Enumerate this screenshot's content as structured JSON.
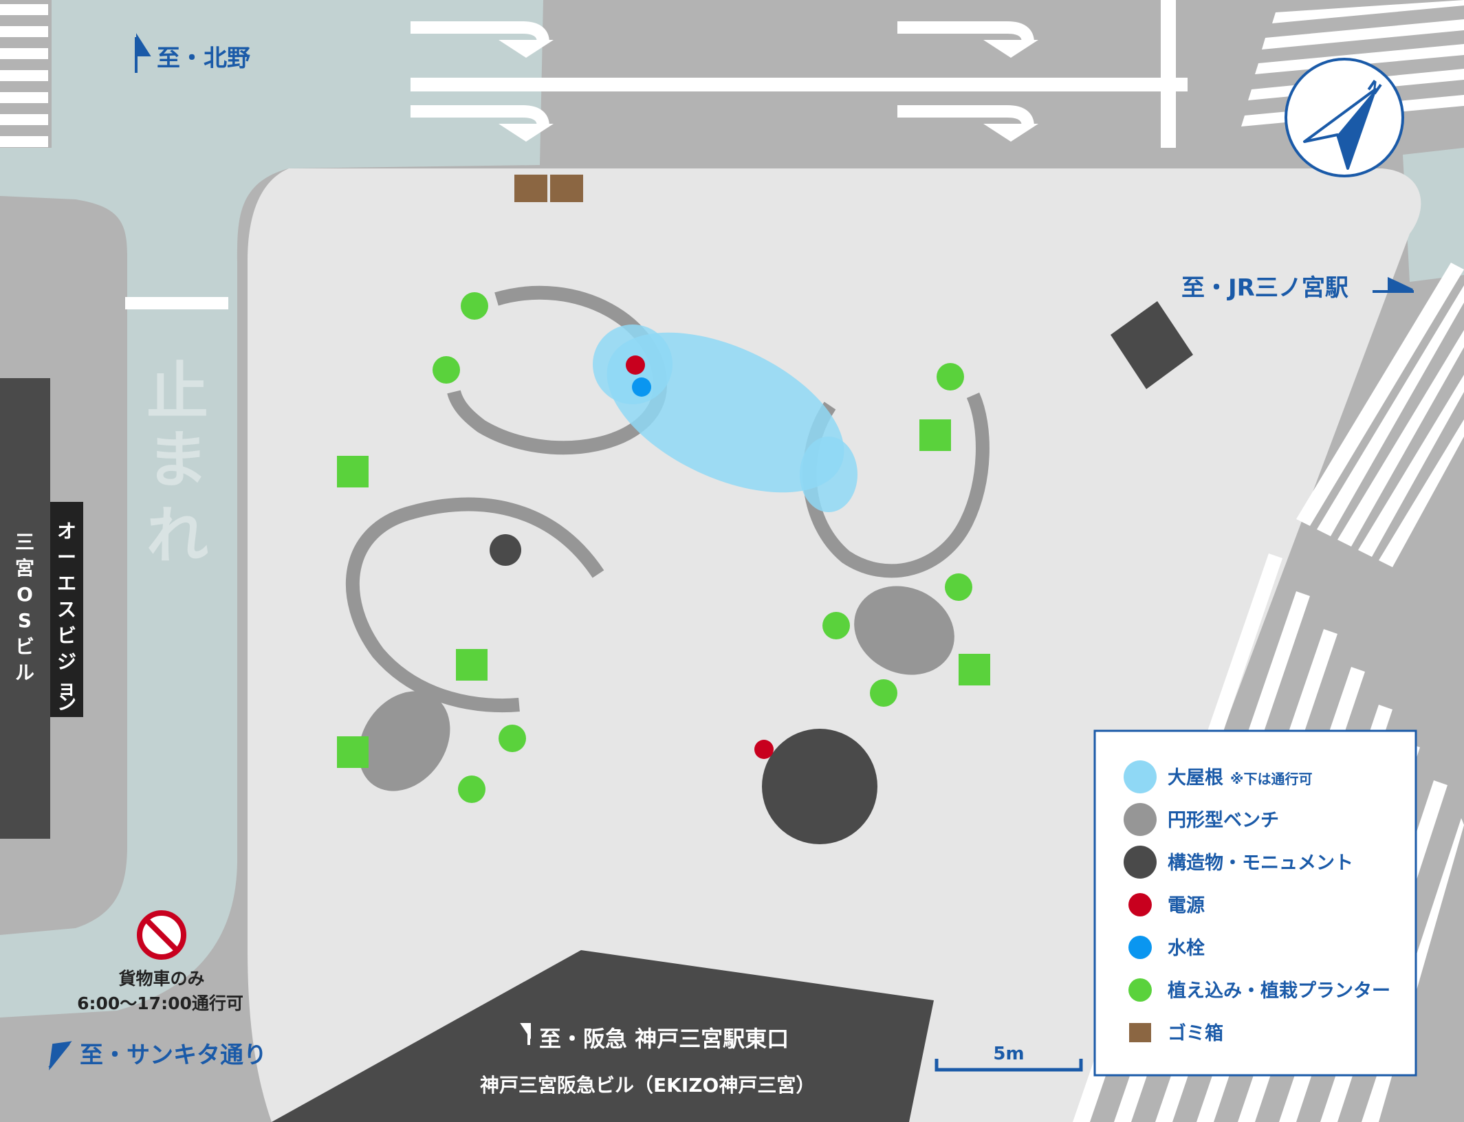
{
  "colors": {
    "road": "#b3b3b3",
    "plaza": "#e6e6e6",
    "sidewalk": "#c2d2d2",
    "building": "#4a4a4a",
    "bench": "#969696",
    "roof": "#8fd8f5",
    "power": "#c8001e",
    "hydrant": "#0a96f0",
    "planter": "#5ad23c",
    "trash": "#8b6642",
    "label_blue": "#1a5aa8"
  },
  "labels": {
    "to_kitano": "至・北野",
    "to_jr": "至・JR三ノ宮駅",
    "to_sankita": "至・サンキタ通り",
    "to_hankyu": "至・阪急 神戸三宮駅東口",
    "hankyu_building": "神戸三宮阪急ビル（EKIZO神戸三宮）",
    "stop_chars": [
      "止",
      "ま",
      "れ"
    ],
    "os_building": [
      "三",
      "宮",
      "O",
      "S",
      "ビ",
      "ル"
    ],
    "os_vision": [
      "オ",
      "ー",
      "エ",
      "ス",
      "ビ",
      "ジ",
      "ョ",
      "ン"
    ],
    "truck_line1": "貨物車のみ",
    "truck_line2": "6:00〜17:00通行可",
    "scale": "5m",
    "compass": "N"
  },
  "legend": {
    "items": [
      {
        "icon": "roof-icon",
        "label": "大屋根",
        "note": "※下は通行可",
        "color": "#8fd8f5",
        "size": 24
      },
      {
        "icon": "bench-icon",
        "label": "円形型ベンチ",
        "note": "",
        "color": "#969696",
        "size": 24
      },
      {
        "icon": "monument-icon",
        "label": "構造物・モニュメント",
        "note": "",
        "color": "#4a4a4a",
        "size": 24
      },
      {
        "icon": "power-icon",
        "label": "電源",
        "note": "",
        "color": "#c8001e",
        "size": 17
      },
      {
        "icon": "hydrant-icon",
        "label": "水栓",
        "note": "",
        "color": "#0a96f0",
        "size": 17
      },
      {
        "icon": "planter-icon",
        "label": "植え込み・植栽プランター",
        "note": "",
        "color": "#5ad23c",
        "size": 17
      },
      {
        "icon": "trash-icon",
        "label": "ゴミ箱",
        "note": "",
        "color": "#8b6642",
        "size": 0
      }
    ]
  }
}
